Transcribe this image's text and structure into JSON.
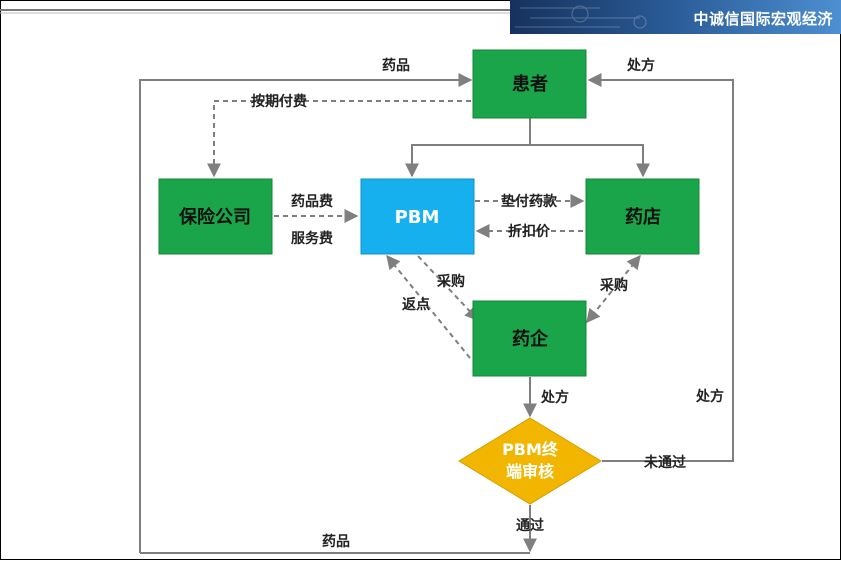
{
  "header": {
    "brand": "中诚信国际宏观经济"
  },
  "colors": {
    "green": "#1aa54a",
    "blue": "#17b0ef",
    "diamond": "#f2b600",
    "arrow": "#7f7f7f",
    "header_dark": "#1f3e6f",
    "header_light": "#4d8fd1"
  },
  "nodes": {
    "patient": "患者",
    "insurer": "保险公司",
    "pbm": "PBM",
    "pharmacy": "药店",
    "pharma": "药企",
    "audit_line1": "PBM终",
    "audit_line2": "端审核"
  },
  "labels": {
    "drug_top": "药品",
    "prescription_top": "处方",
    "periodic_pay": "按期付费",
    "drug_fee": "药品费",
    "service_fee": "服务费",
    "advance_payment": "垫付药款",
    "discount_price": "折扣价",
    "purchase_pbm": "采购",
    "rebate": "返点",
    "purchase_pharmacy": "采购",
    "prescription_mid": "处方",
    "prescription_right": "处方",
    "not_passed": "未通过",
    "passed": "通过",
    "drug_bottom": "药品"
  }
}
